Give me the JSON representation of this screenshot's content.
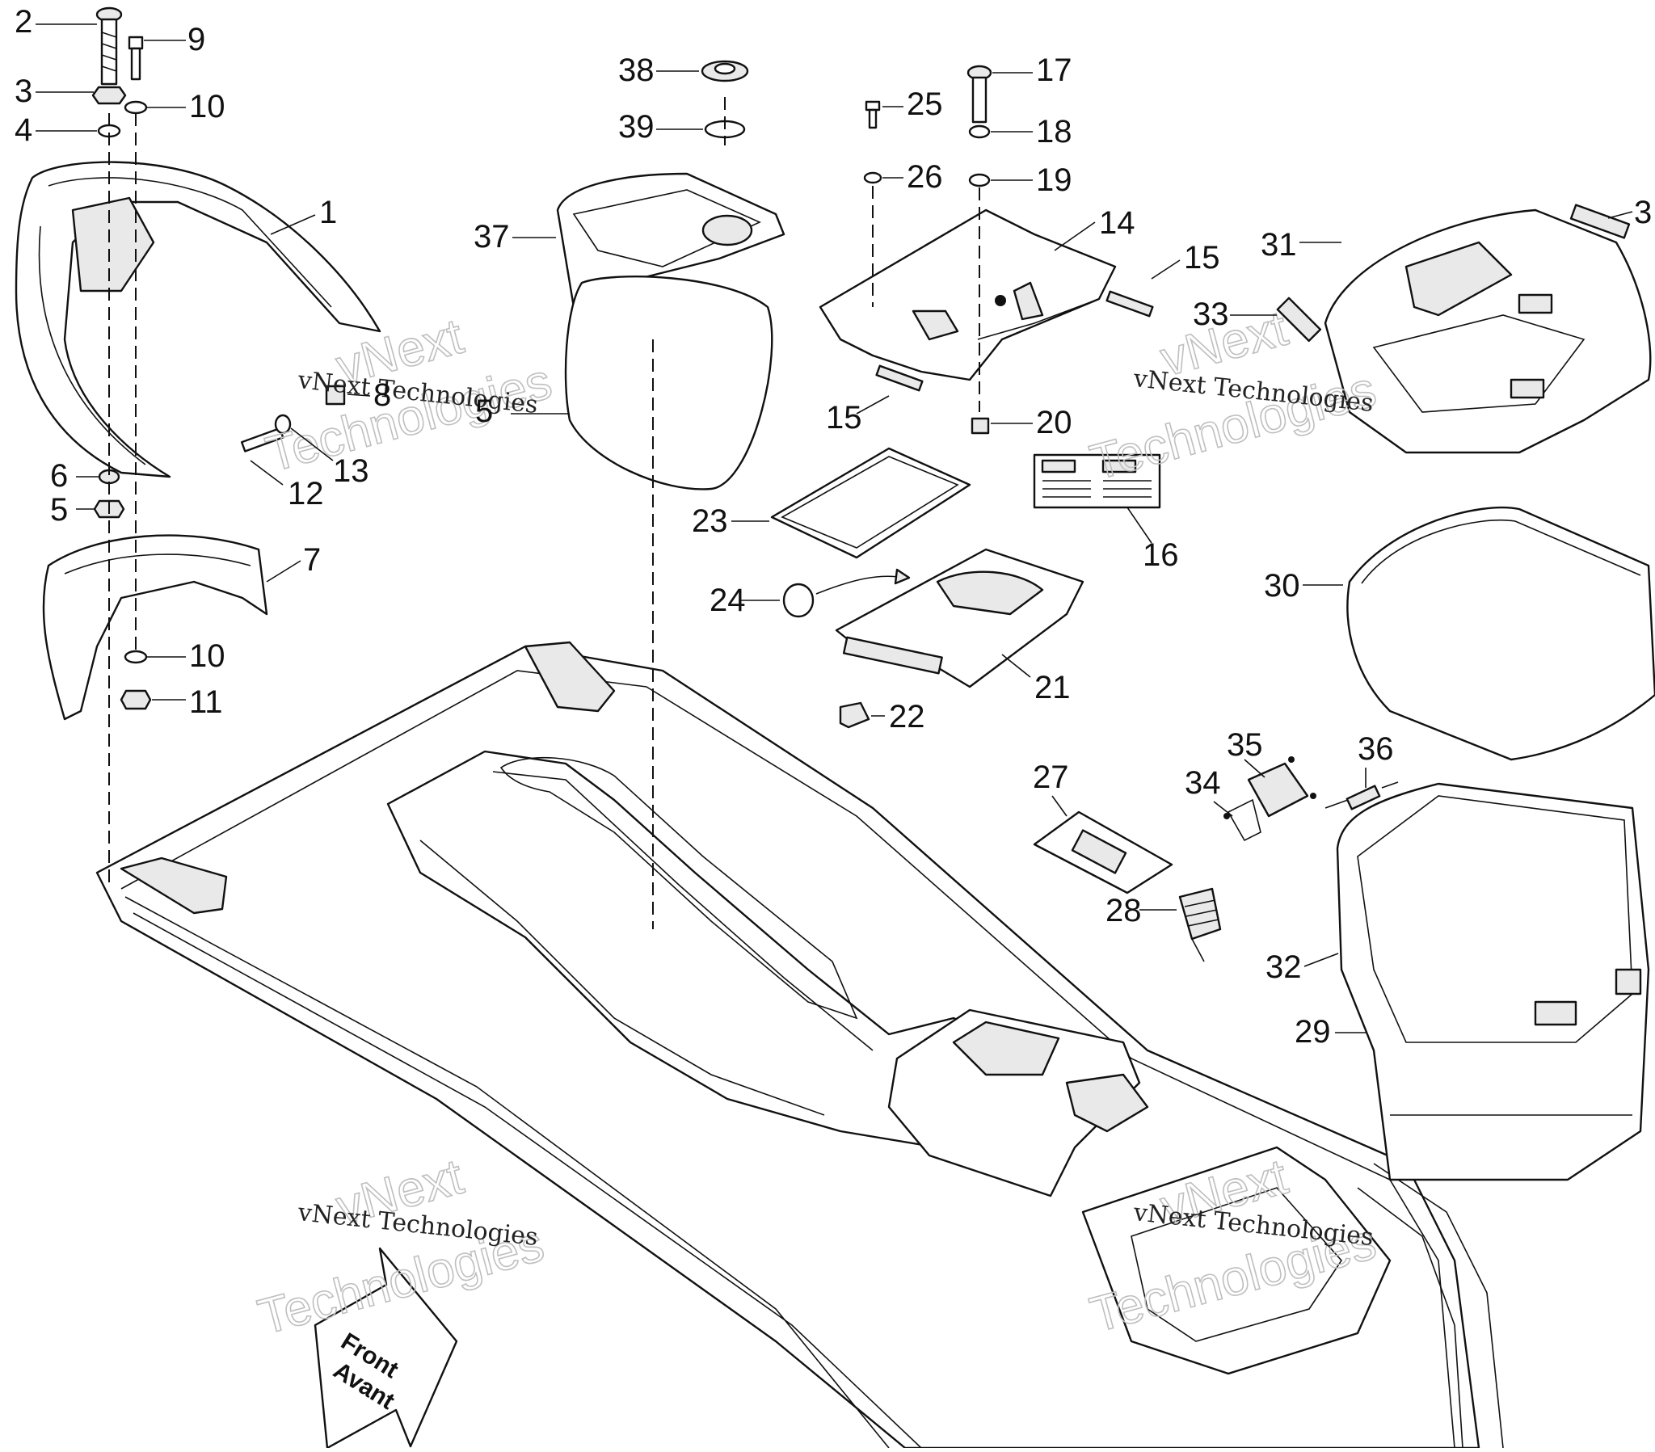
{
  "callouts": [
    {
      "id": "1",
      "label": "1"
    },
    {
      "id": "2",
      "label": "2"
    },
    {
      "id": "3",
      "label": "3"
    },
    {
      "id": "3b",
      "label": "3"
    },
    {
      "id": "4",
      "label": "4"
    },
    {
      "id": "5",
      "label": "5"
    },
    {
      "id": "6",
      "label": "6"
    },
    {
      "id": "7",
      "label": "7"
    },
    {
      "id": "8",
      "label": "8"
    },
    {
      "id": "9",
      "label": "9"
    },
    {
      "id": "10",
      "label": "10"
    },
    {
      "id": "10b",
      "label": "10"
    },
    {
      "id": "11",
      "label": "11"
    },
    {
      "id": "12",
      "label": "12"
    },
    {
      "id": "13",
      "label": "13"
    },
    {
      "id": "14",
      "label": "14"
    },
    {
      "id": "15",
      "label": "15"
    },
    {
      "id": "15b",
      "label": "15"
    },
    {
      "id": "16",
      "label": "16"
    },
    {
      "id": "17",
      "label": "17"
    },
    {
      "id": "18",
      "label": "18"
    },
    {
      "id": "19",
      "label": "19"
    },
    {
      "id": "20",
      "label": "20"
    },
    {
      "id": "21",
      "label": "21"
    },
    {
      "id": "22",
      "label": "22"
    },
    {
      "id": "23",
      "label": "23"
    },
    {
      "id": "24",
      "label": "24"
    },
    {
      "id": "25",
      "label": "25"
    },
    {
      "id": "26",
      "label": "26"
    },
    {
      "id": "27",
      "label": "27"
    },
    {
      "id": "28",
      "label": "28"
    },
    {
      "id": "29",
      "label": "29"
    },
    {
      "id": "30",
      "label": "30"
    },
    {
      "id": "31",
      "label": "31"
    },
    {
      "id": "32",
      "label": "32"
    },
    {
      "id": "33",
      "label": "33"
    },
    {
      "id": "34",
      "label": "34"
    },
    {
      "id": "35",
      "label": "35"
    },
    {
      "id": "36",
      "label": "36"
    },
    {
      "id": "37",
      "label": "37"
    },
    {
      "id": "38",
      "label": "38"
    },
    {
      "id": "39",
      "label": "39"
    },
    {
      "id": "40",
      "label": "5"
    }
  ],
  "front_arrow": {
    "line1": "Front",
    "line2": "Avant"
  },
  "watermark": {
    "small": "vNext Technologies",
    "big_top": "vNext",
    "big_bottom": "Technologies"
  }
}
